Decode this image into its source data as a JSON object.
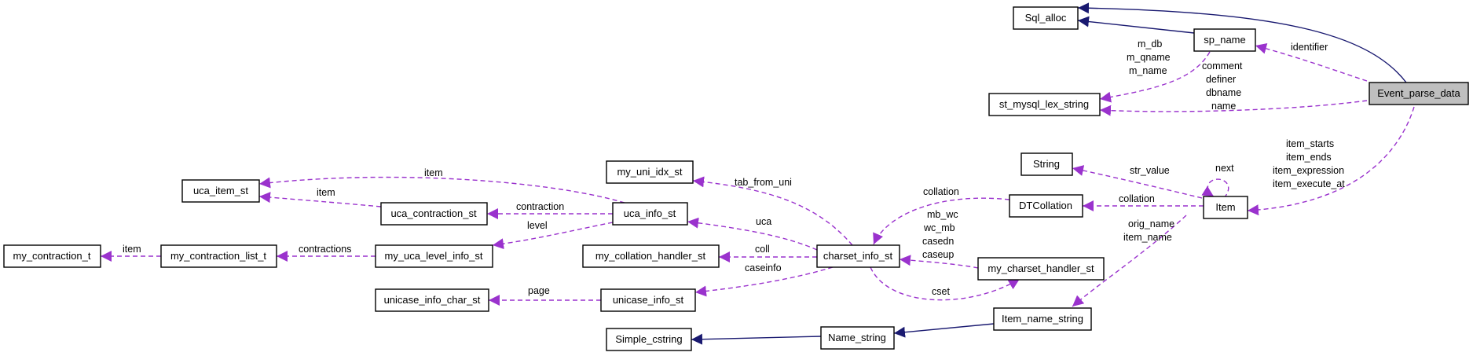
{
  "colors": {
    "inheritance_edge": "#191970",
    "usage_edge": "#9a32cd",
    "focus_node_fill": "#bfbfbf"
  },
  "nodes": {
    "sql_alloc": "Sql_alloc",
    "sp_name": "sp_name",
    "event_parse_data": "Event_parse_data",
    "st_mysql_lex_string": "st_mysql_lex_string",
    "string": "String",
    "item": "Item",
    "dtcollation": "DTCollation",
    "my_uni_idx_st": "my_uni_idx_st",
    "uca_item_st": "uca_item_st",
    "uca_contraction_st": "uca_contraction_st",
    "uca_info_st": "uca_info_st",
    "my_contraction_t": "my_contraction_t",
    "my_contraction_list_t": "my_contraction_list_t",
    "my_uca_level_info_st": "my_uca_level_info_st",
    "my_collation_handler_st": "my_collation_handler_st",
    "charset_info_st": "charset_info_st",
    "my_charset_handler_st": "my_charset_handler_st",
    "unicase_info_char_st": "unicase_info_char_st",
    "unicase_info_st": "unicase_info_st",
    "simple_cstring": "Simple_cstring",
    "name_string": "Name_string",
    "item_name_string": "Item_name_string"
  },
  "edge_labels": {
    "identifier": "identifier",
    "m_db": "m_db",
    "m_qname": "m_qname",
    "m_name": "m_name",
    "comment": "comment",
    "definer": "definer",
    "dbname": "dbname",
    "name": "name",
    "item_starts": "item_starts",
    "item_ends": "item_ends",
    "item_expression": "item_expression",
    "item_execute_at": "item_execute_at",
    "next": "next",
    "str_value": "str_value",
    "collation_dtc": "collation",
    "collation_item": "collation",
    "orig_name": "orig_name",
    "item_name": "item_name",
    "tab_from_uni": "tab_from_uni",
    "uca": "uca",
    "coll": "coll",
    "caseinfo": "caseinfo",
    "mb_wc": "mb_wc",
    "wc_mb": "wc_mb",
    "casedn": "casedn",
    "caseup": "caseup",
    "cset": "cset",
    "item_uca": "item",
    "item_contraction": "item",
    "contraction": "contraction",
    "level": "level",
    "contractions": "contractions",
    "item_list": "item",
    "page": "page"
  }
}
